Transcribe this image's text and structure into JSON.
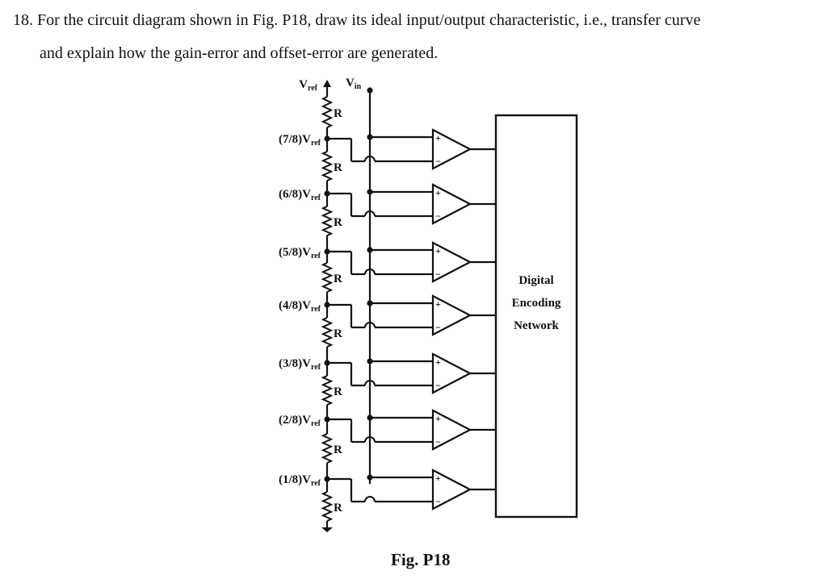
{
  "question": {
    "line1": "18. For the circuit diagram shown in Fig. P18, draw its ideal input/output characteristic, i.e., transfer curve",
    "line2": "and explain how the gain-error and offset-error are generated."
  },
  "diagram": {
    "vref_label": "V",
    "vref_sub": "ref",
    "vin_label": "V",
    "vin_sub": "in",
    "resistor_label": "R",
    "tap_labels": [
      {
        "prefix": "(7/8)V",
        "sub": "ref"
      },
      {
        "prefix": "(6/8)V",
        "sub": "ref"
      },
      {
        "prefix": "(5/8)V",
        "sub": "ref"
      },
      {
        "prefix": "(4/8)V",
        "sub": "ref"
      },
      {
        "prefix": "(3/8)V",
        "sub": "ref"
      },
      {
        "prefix": "(2/8)V",
        "sub": "ref"
      },
      {
        "prefix": "(1/8)V",
        "sub": "ref"
      }
    ],
    "plus_sign": "+",
    "minus_sign": "−",
    "encoder_lines": [
      "Digital",
      "Encoding",
      "Network"
    ]
  },
  "figure_caption": "Fig. P18"
}
